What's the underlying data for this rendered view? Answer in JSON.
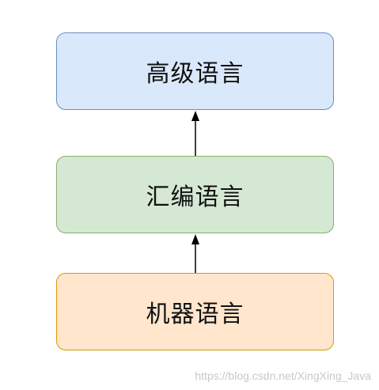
{
  "diagram": {
    "boxes": {
      "top": "高级语言",
      "middle": "汇编语言",
      "bottom": "机器语言"
    }
  },
  "watermark": "https://blog.csdn.net/XingXing_Java",
  "colors": {
    "top_fill": "#dae8fc",
    "top_stroke": "#6c8ebf",
    "middle_fill": "#d5e8d4",
    "middle_stroke": "#82b366",
    "bottom_fill": "#ffe6cc",
    "bottom_stroke": "#d79b00",
    "arrow": "#000000"
  }
}
